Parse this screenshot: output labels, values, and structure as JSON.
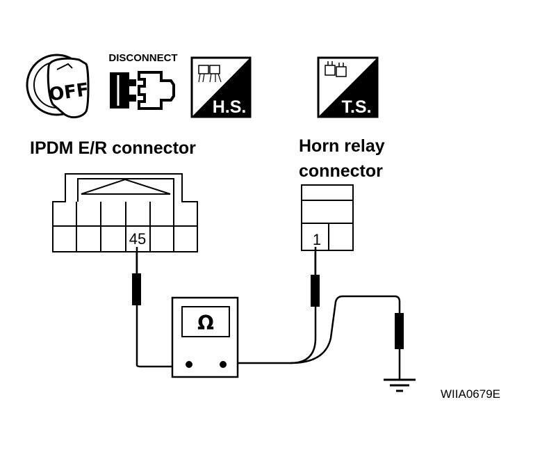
{
  "icons": {
    "ignition": {
      "name": "ignition-off-icon",
      "text": "OFF"
    },
    "disconnect": {
      "name": "disconnect-connector-icon",
      "caption": "DISCONNECT"
    },
    "harness_side": {
      "name": "harness-side-icon",
      "text": "H.S."
    },
    "terminal_side": {
      "name": "terminal-side-icon",
      "text": "T.S."
    }
  },
  "ipdm_connector": {
    "title": "IPDM E/R connector",
    "terminal": "45"
  },
  "horn_relay_connector": {
    "title_line1": "Horn relay",
    "title_line2": "connector",
    "terminal": "1"
  },
  "meter": {
    "symbol": "Ω"
  },
  "figure_id": "WIIA0679E",
  "colors": {
    "ink": "#000000",
    "paper": "#ffffff"
  }
}
